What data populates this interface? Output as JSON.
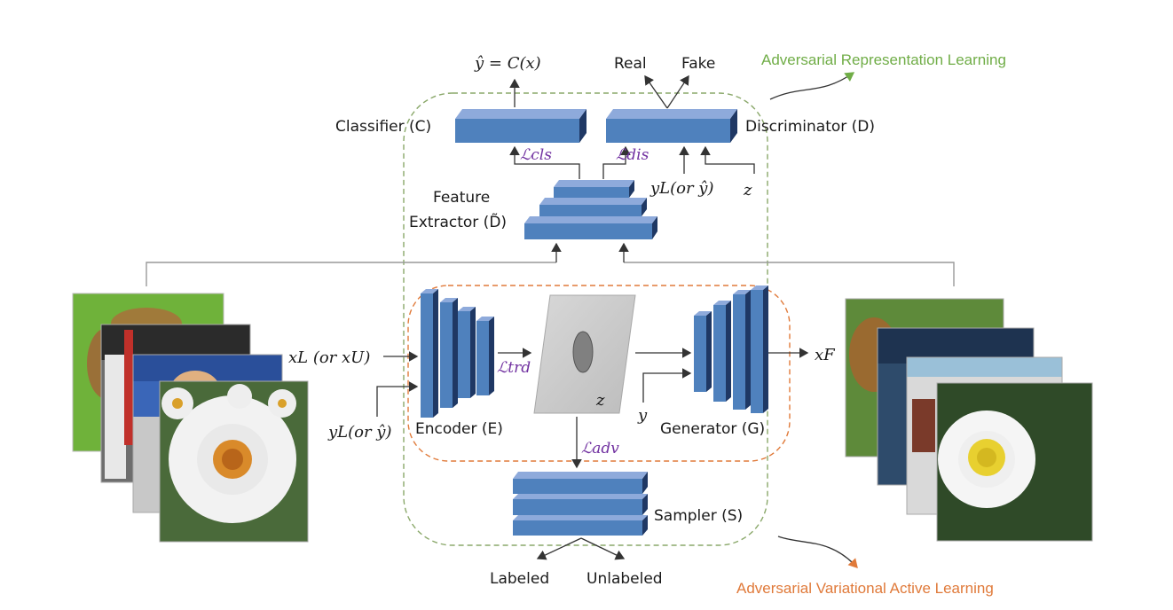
{
  "regions": {
    "adversarial_representation": "Adversarial Representation Learning",
    "adversarial_active": "Adversarial Variational Active Learning"
  },
  "modules": {
    "classifier": "Classifier (C)",
    "discriminator": "Discriminator (D)",
    "feature_extractor_line1": "Feature",
    "feature_extractor_line2": "Extractor (D̃)",
    "encoder": "Encoder (E)",
    "generator": "Generator (G)",
    "sampler": "Sampler (S)"
  },
  "outputs": {
    "classifier_output": "ŷ = C(x)",
    "real": "Real",
    "fake": "Fake",
    "labeled": "Labeled",
    "unlabeled": "Unlabeled"
  },
  "losses": {
    "cls": "ℒcls",
    "dis": "ℒdis",
    "trd": "ℒtrd",
    "adv": "ℒadv"
  },
  "variables": {
    "x_input": "xL (or xU)",
    "y_input": "yL(or ŷ)",
    "y_disc": "yL(or ŷ)",
    "z_disc": "z",
    "z_latent": "z",
    "y_gen": "y",
    "x_fake": "xF"
  },
  "colors": {
    "block_front": "#4f81bd",
    "block_top": "#8eaadb",
    "block_side": "#1f3864",
    "green_region": "#70ad47",
    "orange_region": "#e07a3a",
    "loss_text": "#7030a0"
  }
}
